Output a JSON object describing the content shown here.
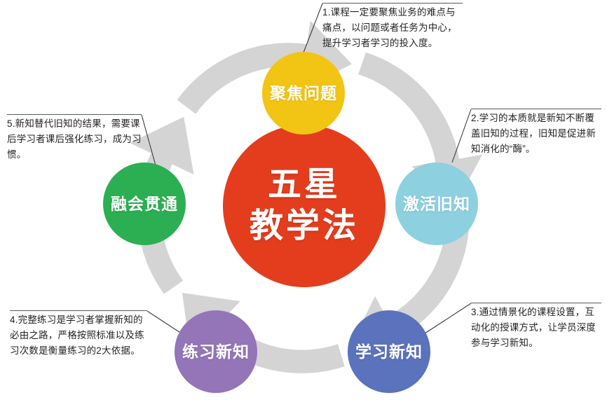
{
  "diagram": {
    "title": "五星教学法",
    "center": {
      "line1": "五星",
      "line2": "教学法",
      "color": "#E43D1E"
    },
    "ring": {
      "arrow_color": "#D4D4D4",
      "direction": "clockwise",
      "segments": 5
    },
    "nodes": [
      {
        "id": "focus",
        "label": "聚焦问题",
        "color": "#F2C413",
        "order": 1
      },
      {
        "id": "activate",
        "label": "激活旧知",
        "color": "#8DD0E0",
        "order": 2
      },
      {
        "id": "learn",
        "label": "学习新知",
        "color": "#5B72BC",
        "order": 3
      },
      {
        "id": "practice",
        "label": "练习新知",
        "color": "#9375B8",
        "order": 4
      },
      {
        "id": "master",
        "label": "融会贯通",
        "color": "#2BAF52",
        "order": 5
      }
    ],
    "notes": [
      {
        "id": "note-1",
        "number": "1",
        "for_node": "focus",
        "text": "1.课程一定要聚焦业务的难点与痛点，以问题或者任务为中心，提升学习者学习的投入度。"
      },
      {
        "id": "note-2",
        "number": "2",
        "for_node": "activate",
        "text": "2.学习的本质就是新知不断覆盖旧知的过程，旧知是促进新知消化的“酶”。"
      },
      {
        "id": "note-3",
        "number": "3",
        "for_node": "learn",
        "text": "3.通过情景化的课程设置，互动化的授课方式，让学员深度参与学习新知。"
      },
      {
        "id": "note-4",
        "number": "4",
        "for_node": "practice",
        "text": "4.完整练习是学习者掌握新知的必由之路，严格按照标准以及练习次数是衡量练习的2大依据。"
      },
      {
        "id": "note-5",
        "number": "5",
        "for_node": "master",
        "text": "5.新知替代旧知的结果，需要课后学习者课后强化练习，成为习惯。"
      }
    ]
  }
}
